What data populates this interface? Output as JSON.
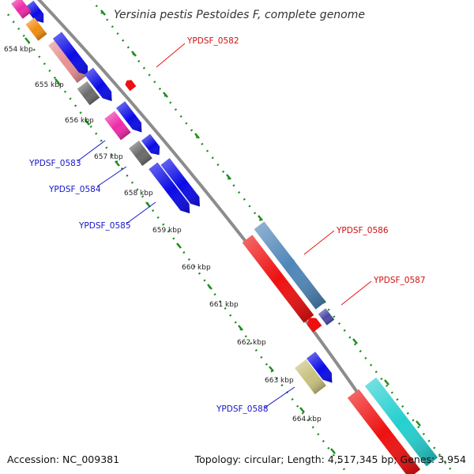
{
  "title": "Yersinia pestis Pestoides F, complete genome",
  "footer": {
    "accession": "Accession: NC_009381",
    "summary": "Topology: circular; Length: 4,517,345 bp; Genes: 3,954"
  },
  "colors": {
    "backbone": "#8c8c8c",
    "tick_dots": "#1d8c1d",
    "forward_label": "#1515c8",
    "reverse_label": "#d01010",
    "blue": "#0a0ae6",
    "red": "#ee1010",
    "magenta": "#ee2aa8",
    "orange": "#f08c10",
    "gray": "#6a6a6a",
    "steel_blue": "#4f86b8",
    "cyan": "#25cfcf",
    "khaki": "#c8c07e",
    "salmon": "#e89090",
    "purple": "#4a4aa6"
  },
  "scale_labels": [
    "654 kbp",
    "655 kbp",
    "656 kbp",
    "657 kbp",
    "658 kbp",
    "659 kbp",
    "660 kbp",
    "661 kbp",
    "662 kbp",
    "663 kbp",
    "664 kbp"
  ],
  "gene_labels": [
    {
      "text": "YPDSF_0582",
      "strand": "reverse"
    },
    {
      "text": "YPDSF_0583",
      "strand": "forward"
    },
    {
      "text": "YPDSF_0584",
      "strand": "forward"
    },
    {
      "text": "YPDSF_0585",
      "strand": "forward"
    },
    {
      "text": "YPDSF_0586",
      "strand": "reverse"
    },
    {
      "text": "YPDSF_0587",
      "strand": "reverse"
    },
    {
      "text": "YPDSF_0588",
      "strand": "forward"
    }
  ]
}
